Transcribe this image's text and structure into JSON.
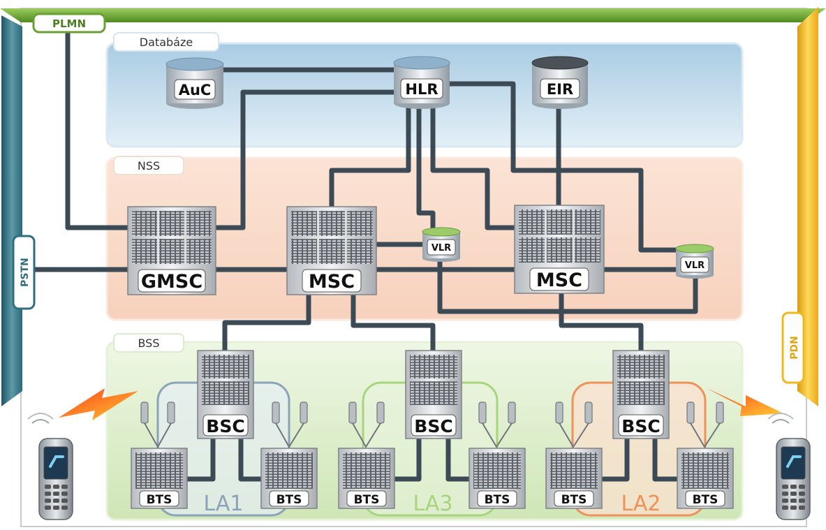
{
  "networks": {
    "plmn": "PLMN",
    "pstn": "PSTN",
    "pdn": "PDN"
  },
  "sections": {
    "database": "Databáze",
    "nss": "NSS",
    "bss": "BSS"
  },
  "nodes": {
    "auc": "AuC",
    "hlr": "HLR",
    "eir": "EIR",
    "gmsc": "GMSC",
    "msc_1": "MSC",
    "msc_2": "MSC",
    "vlr_1": "VLR",
    "vlr_2": "VLR",
    "bsc_1": "BSC",
    "bsc_2": "BSC",
    "bsc_3": "BSC",
    "bts_1": "BTS",
    "bts_2": "BTS",
    "bts_3": "BTS",
    "bts_4": "BTS",
    "bts_5": "BTS",
    "bts_6": "BTS"
  },
  "location_areas": {
    "la1": "LA1",
    "la3": "LA3",
    "la2": "LA2"
  },
  "colors": {
    "plmn_frame": "#6aa033",
    "pstn_frame": "#2f6e7e",
    "pdn_frame": "#f0b81c",
    "database_zone": "#b4d2e6",
    "nss_zone": "#f9dccb",
    "bss_zone": "#d9ecc5",
    "links": "#3b4a55",
    "la1": "#8aa3b8",
    "la3": "#a9d47e",
    "la2": "#f0915a"
  }
}
